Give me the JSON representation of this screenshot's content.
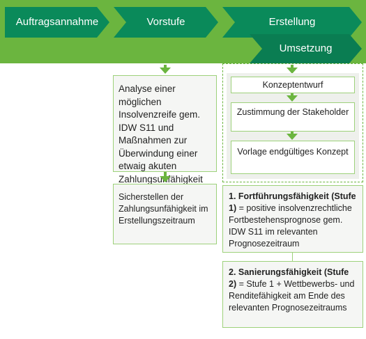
{
  "phases": {
    "p1": "Auftragsannahme",
    "p2": "Vorstufe",
    "p3": "Erstellung",
    "p4": "Umsetzung"
  },
  "left": {
    "box1": "Analyse einer möglichen Insolvenzreife gem. IDW S11 und Maßnahmen zur Überwindung einer etwaig akuten Zahlungsunfähigkeit",
    "box2": "Sicherstellen der Zahlungsunfähigkeit im Erstellungszeitraum"
  },
  "right": {
    "step1": "Konzeptentwurf",
    "step2": "Zustimmung der Stakeholder",
    "step3": "Vorlage endgültiges Konzept",
    "box1_bold": "1. Fortführungsfähigkeit (Stufe 1)",
    "box1_rest": " = positive insolvenzrechtliche Fortbestehensprognose gem. IDW S11 im relevanten Prognosezeitraum",
    "box2_bold": "2. Sanierungsfähigkeit (Stufe 2)",
    "box2_rest": " = Stufe 1 + Wettbewerbs- und Renditefähigkeit am Ende des relevanten Prognosezeitraums"
  },
  "colors": {
    "topbar_green": "#6bb53f",
    "chevron_green": "#0a8a5a",
    "border_green": "#9dd17a"
  }
}
